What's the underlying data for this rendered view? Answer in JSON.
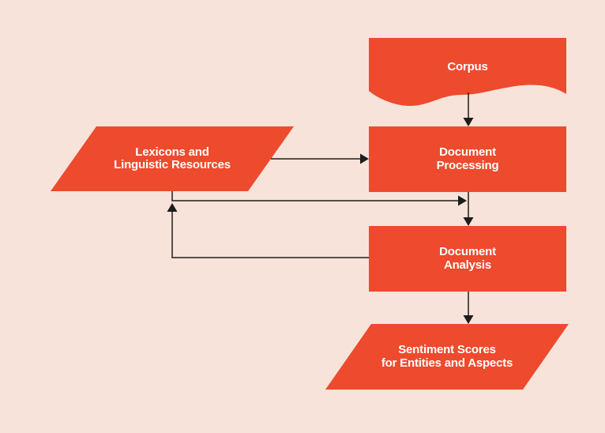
{
  "diagram": {
    "type": "flowchart",
    "nodes": {
      "corpus": {
        "shape": "document",
        "label": "Corpus"
      },
      "lexicons": {
        "shape": "parallelogram",
        "line1": "Lexicons and",
        "line2": "Linguistic Resources"
      },
      "document_processing": {
        "shape": "rectangle",
        "line1": "Document",
        "line2": "Processing"
      },
      "document_analysis": {
        "shape": "rectangle",
        "line1": "Document",
        "line2": "Analysis"
      },
      "sentiment_scores": {
        "shape": "parallelogram",
        "line1": "Sentiment Scores",
        "line2": "for Entities and Aspects"
      }
    },
    "edges": [
      {
        "from": "corpus",
        "to": "document_processing"
      },
      {
        "from": "lexicons",
        "to": "document_processing"
      },
      {
        "from": "document_processing",
        "to": "document_analysis"
      },
      {
        "from": "lexicons",
        "to": "document_analysis_input_junction"
      },
      {
        "from": "document_analysis",
        "to": "lexicons",
        "style": "feedback-loop"
      },
      {
        "from": "document_analysis",
        "to": "sentiment_scores"
      }
    ]
  },
  "colors": {
    "shape": "#ee4a2d",
    "background": "#f7e3da",
    "line": "#1d1d1b",
    "text": "#ffffff"
  }
}
